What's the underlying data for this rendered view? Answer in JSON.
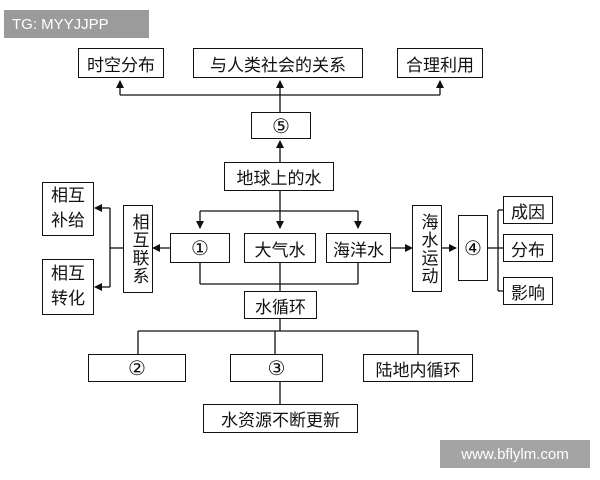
{
  "watermark_top": "TG: MYYJJPP",
  "watermark_bottom": "www.bflylm.com",
  "nodes": {
    "spatiotemporal": "时空分布",
    "human_relation": "与人类社会的关系",
    "rational_use": "合理利用",
    "five": "⑤",
    "earth_water": "地球上的水",
    "one": "①",
    "atmospheric": "大气水",
    "ocean": "海洋水",
    "mutual": "相互联系",
    "supply_a": "相互",
    "supply_b": "补给",
    "convert_a": "相互",
    "convert_b": "转化",
    "ocean_motion": "海水运动",
    "four": "④",
    "cause": "成因",
    "distribution": "分布",
    "influence": "影响",
    "water_cycle": "水循环",
    "two": "②",
    "three": "③",
    "land_cycle": "陆地内循环",
    "renew": "水资源不断更新"
  }
}
